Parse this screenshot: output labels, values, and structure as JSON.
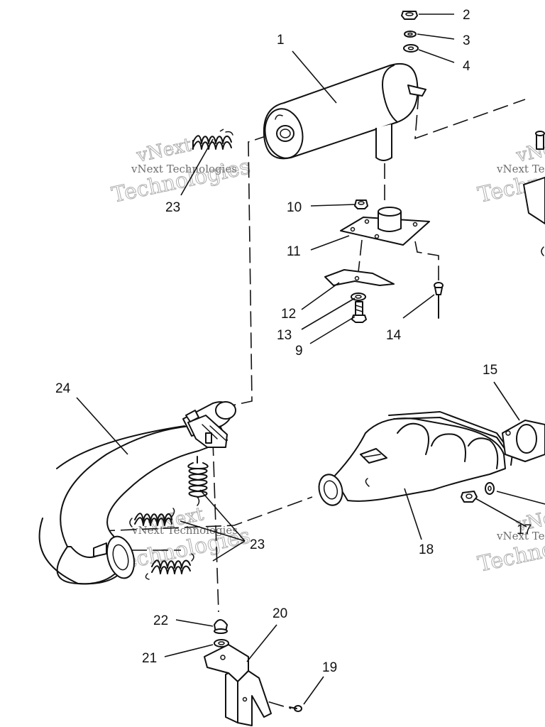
{
  "diagram": {
    "callouts": {
      "c1": "1",
      "c2": "2",
      "c3": "3",
      "c4": "4",
      "c9": "9",
      "c10": "10",
      "c11": "11",
      "c12": "12",
      "c13": "13",
      "c14": "14",
      "c15": "15",
      "c17": "17",
      "c18": "18",
      "c19": "19",
      "c20": "20",
      "c21": "21",
      "c22": "22",
      "c23a": "23",
      "c23b": "23",
      "c24": "24"
    },
    "watermarks": {
      "line1": "vNext",
      "line2": "vNext Technologies",
      "line3": "Technologies"
    }
  }
}
